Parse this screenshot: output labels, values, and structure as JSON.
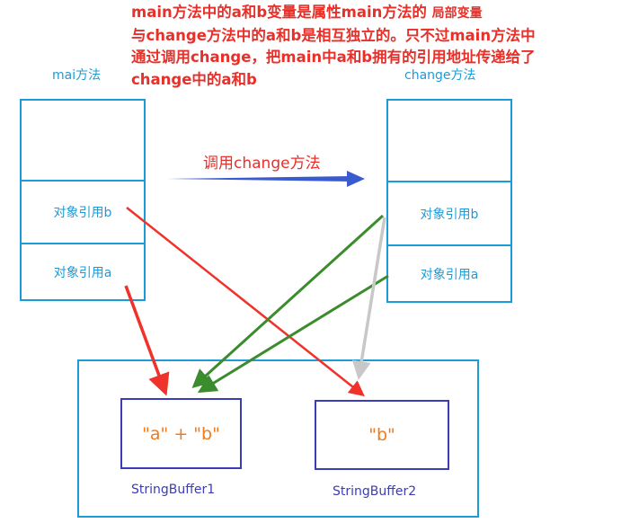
{
  "note": {
    "line1_main": "main方法中的a和b变量是属性main方法的",
    "line1_small": "局部变量",
    "line2": "与change方法中的a和b是相互独立的。只不过main方法中",
    "line3": "通过调用change，把main中a和b拥有的引用地址传递给了",
    "line4": "change中的a和b"
  },
  "main_frame": {
    "title": "mai方法",
    "ref_b": "对象引用b",
    "ref_a": "对象引用a"
  },
  "change_frame": {
    "title": "change方法",
    "ref_b": "对象引用b",
    "ref_a": "对象引用a"
  },
  "call_label": "调用change方法",
  "heap": {
    "sb1": {
      "value": "\"a\" + \"b\"",
      "label": "StringBuffer1"
    },
    "sb2": {
      "value": "\"b\"",
      "label": "StringBuffer2"
    }
  },
  "colors": {
    "box_border": "#1d9bd6",
    "text_red": "#e8302a",
    "sb_border": "#3a3cb8",
    "sb_value": "#f07a1c",
    "arrow_red": "#f0322a",
    "arrow_green": "#3a8c2c",
    "arrow_gray": "#c8c8c8",
    "arrow_blue": "#3a5bd0"
  }
}
